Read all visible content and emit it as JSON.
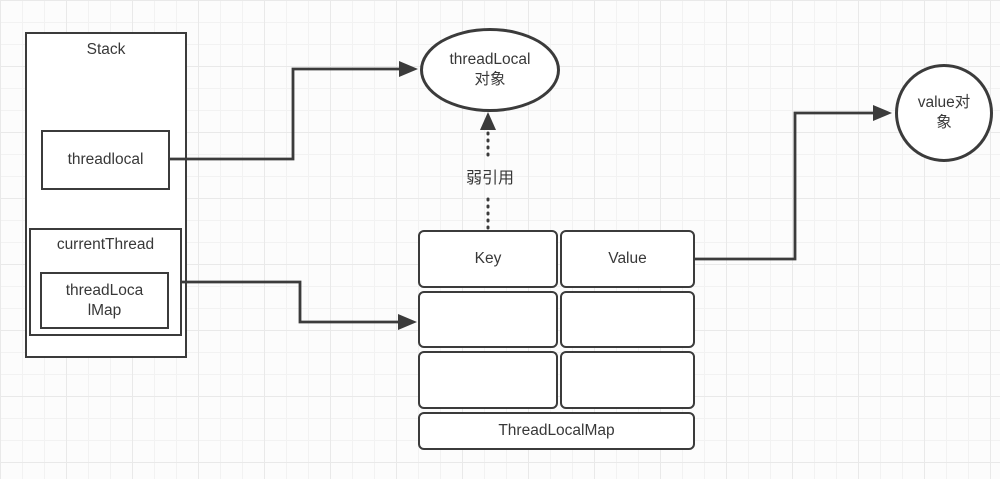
{
  "colors": {
    "stroke": "#3b3b3b",
    "text": "#383838",
    "canvas_bg": "#fcfcfc",
    "grid_minor": "#f2f2f2",
    "grid_major": "#e9e9e9",
    "shape_fill": "#ffffff"
  },
  "stack": {
    "title": "Stack",
    "threadlocal_label": "threadlocal",
    "current_thread": {
      "title": "currentThread",
      "map_lines": [
        "threadLoca",
        "lMap"
      ]
    }
  },
  "threadlocal_object": {
    "lines": [
      "threadLocal",
      "对象"
    ]
  },
  "weak_reference": {
    "label": "弱引用"
  },
  "value_object": {
    "lines": [
      "value对",
      "象"
    ]
  },
  "map_table": {
    "headers": [
      "Key",
      "Value"
    ],
    "rows": [
      [
        "",
        ""
      ],
      [
        "",
        ""
      ]
    ],
    "caption": "ThreadLocalMap"
  }
}
